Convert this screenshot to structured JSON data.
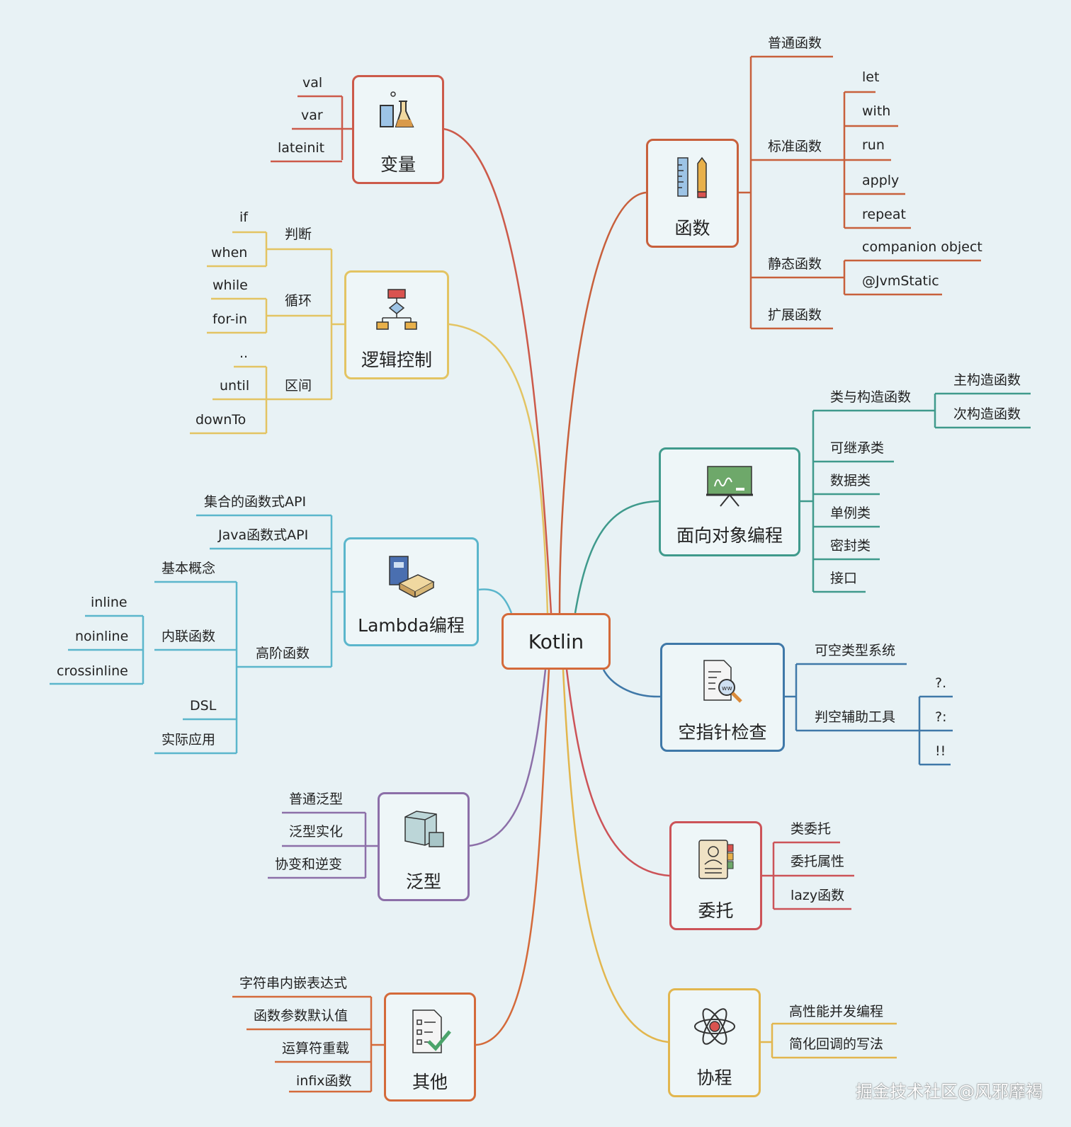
{
  "center": "Kotlin",
  "watermark": "掘金技术社区@风邪靡褐",
  "branches": {
    "variable": {
      "title": "变量",
      "items": [
        "val",
        "var",
        "lateinit"
      ]
    },
    "logic": {
      "title": "逻辑控制",
      "groups": [
        {
          "label": "判断",
          "items": [
            "if",
            "when"
          ]
        },
        {
          "label": "循环",
          "items": [
            "while",
            "for-in"
          ]
        },
        {
          "label": "区间",
          "items": [
            "..",
            "until",
            "downTo"
          ]
        }
      ]
    },
    "lambda": {
      "title": "Lambda编程",
      "items": [
        "集合的函数式API",
        "Java函数式API"
      ],
      "higher_order": {
        "label": "高阶函数",
        "basic": "基本概念",
        "inline_label": "内联函数",
        "inline_items": [
          "inline",
          "noinline",
          "crossinline"
        ],
        "dsl": "DSL",
        "practice": "实际应用"
      }
    },
    "generics": {
      "title": "泛型",
      "items": [
        "普通泛型",
        "泛型实化",
        "协变和逆变"
      ]
    },
    "others": {
      "title": "其他",
      "items": [
        "字符串内嵌表达式",
        "函数参数默认值",
        "运算符重载",
        "infix函数"
      ]
    },
    "functions": {
      "title": "函数",
      "normal": "普通函数",
      "standard": {
        "label": "标准函数",
        "items": [
          "let",
          "with",
          "run",
          "apply",
          "repeat"
        ]
      },
      "static": {
        "label": "静态函数",
        "items": [
          "companion object",
          "@JvmStatic"
        ]
      },
      "extension": "扩展函数"
    },
    "oop": {
      "title": "面向对象编程",
      "constructor": {
        "label": "类与构造函数",
        "items": [
          "主构造函数",
          "次构造函数"
        ]
      },
      "items": [
        "可继承类",
        "数据类",
        "单例类",
        "密封类",
        "接口"
      ]
    },
    "nullsafety": {
      "title": "空指针检查",
      "type_system": "可空类型系统",
      "tools": {
        "label": "判空辅助工具",
        "items": [
          "?.",
          "?:",
          "!!"
        ]
      }
    },
    "delegation": {
      "title": "委托",
      "items": [
        "类委托",
        "委托属性",
        "lazy函数"
      ]
    },
    "coroutine": {
      "title": "协程",
      "items": [
        "高性能并发编程",
        "简化回调的写法"
      ]
    }
  },
  "colors": {
    "variable": "#cc5a4a",
    "logic": "#e3c463",
    "lambda": "#5bb6cc",
    "generics": "#8c6fa8",
    "others": "#d46a3a",
    "functions": "#c8603c",
    "oop": "#3f9a8c",
    "nullsafety": "#3f78a8",
    "delegation": "#cc5358",
    "coroutine": "#e2b64e"
  }
}
